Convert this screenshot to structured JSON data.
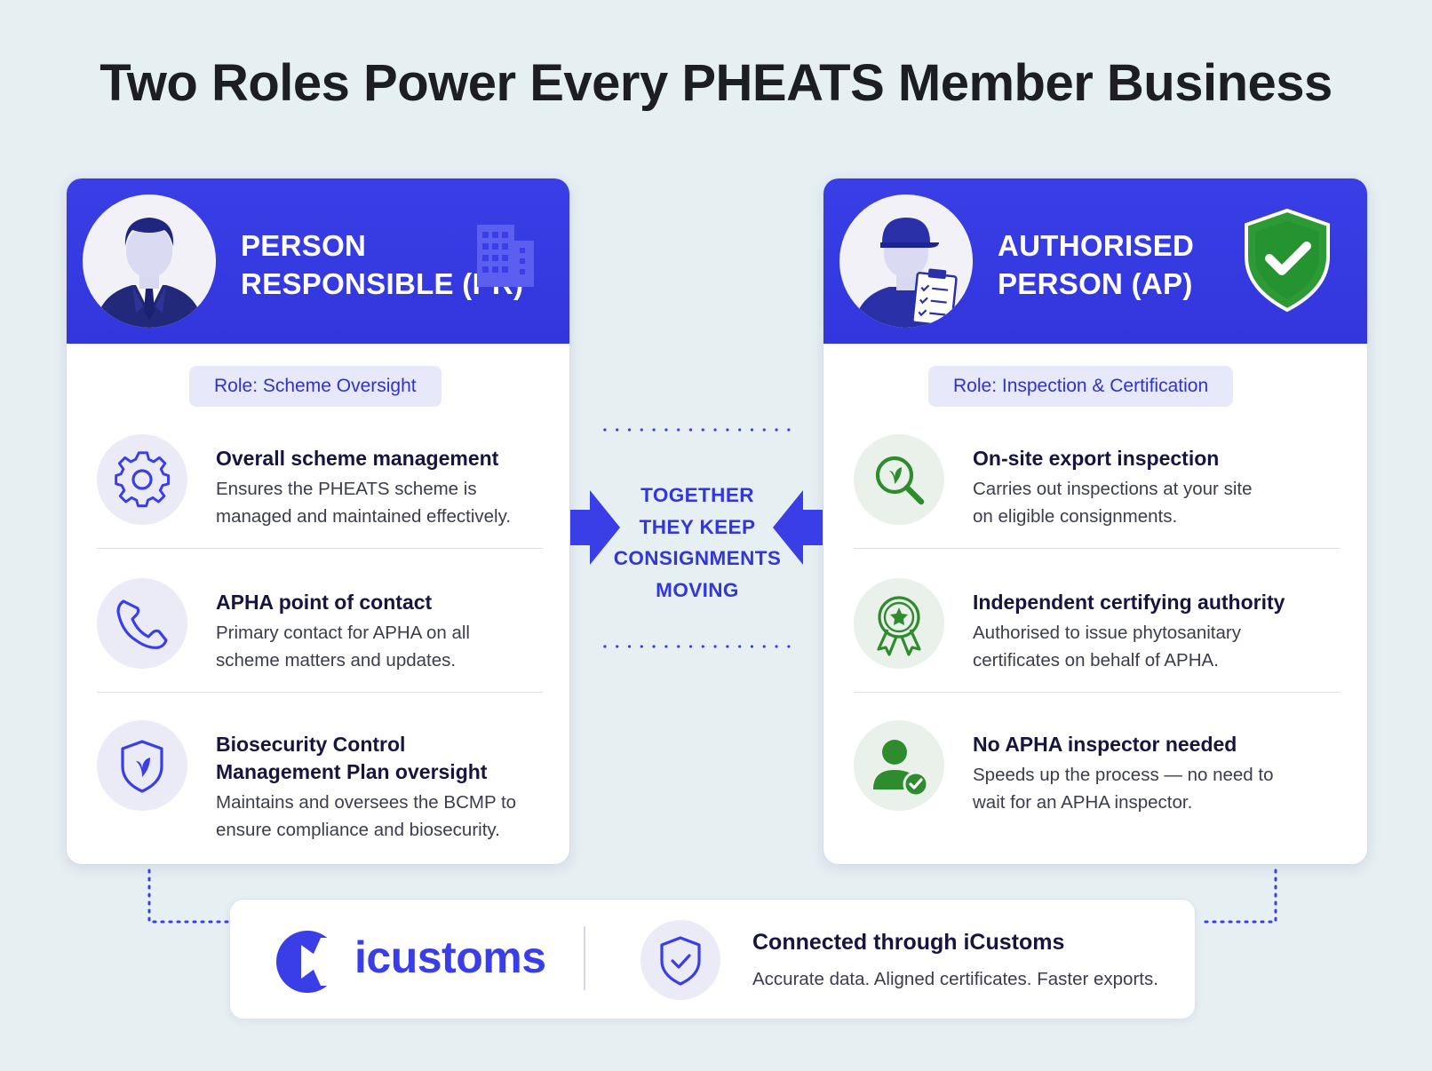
{
  "title": "Two Roles Power Every PHEATS Member Business",
  "pr_card": {
    "title_line1": "PERSON",
    "title_line2": "RESPONSIBLE (PR)",
    "role": "Role: Scheme Oversight",
    "items": [
      {
        "icon": "gear-icon",
        "title": "Overall scheme management",
        "desc_line1": "Ensures the PHEATS scheme is",
        "desc_line2": "managed and maintained effectively."
      },
      {
        "icon": "phone-icon",
        "title": "APHA point of contact",
        "desc_line1": "Primary contact for APHA on all",
        "desc_line2": "scheme matters and updates."
      },
      {
        "icon": "shield-leaf-icon",
        "title_line1": "Biosecurity Control",
        "title_line2": "Management Plan oversight",
        "desc_line1": "Maintains and oversees the BCMP to",
        "desc_line2": "ensure compliance and biosecurity."
      }
    ]
  },
  "ap_card": {
    "title_line1": "AUTHORISED",
    "title_line2": "PERSON (AP)",
    "role": "Role: Inspection & Certification",
    "items": [
      {
        "icon": "magnifier-leaf-icon",
        "title": "On-site export inspection",
        "desc_line1": "Carries out inspections at your site",
        "desc_line2": "on eligible consignments."
      },
      {
        "icon": "award-ribbon-icon",
        "title": "Independent certifying authority",
        "desc_line1": "Authorised to issue phytosanitary",
        "desc_line2": "certificates on behalf of APHA."
      },
      {
        "icon": "user-check-icon",
        "title": "No APHA inspector needed",
        "desc_line1": "Speeds up the process — no need to",
        "desc_line2": "wait for an APHA inspector."
      }
    ]
  },
  "center": {
    "line1": "TOGETHER",
    "line2": "THEY KEEP",
    "line3": "CONSIGNMENTS",
    "line4": "MOVING"
  },
  "footer": {
    "brand": "icustoms",
    "title": "Connected through iCustoms",
    "subtitle": "Accurate data. Aligned certificates. Faster exports."
  },
  "colors": {
    "primary_blue": "#3a3ee6",
    "green": "#2e8b2e",
    "background": "#e6eff2"
  }
}
